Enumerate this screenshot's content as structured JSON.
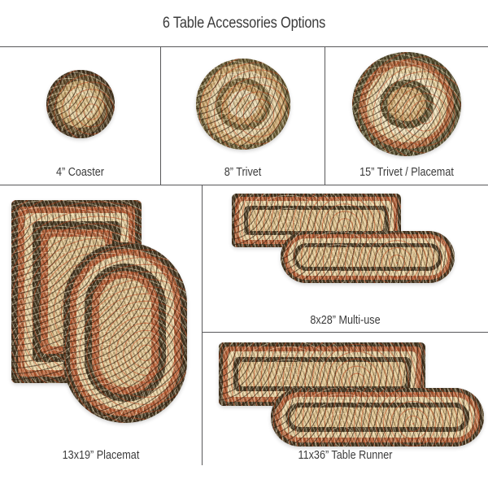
{
  "header": {
    "title": "6 Table Accessories Options"
  },
  "palette": {
    "rule": "#58585a",
    "text": "#3b3b3b",
    "background": "#ffffff",
    "braid_dark": "#4a3b23",
    "braid_rust": "#b5643a",
    "braid_cream": "#e6cf9e",
    "braid_tan": "#cfa96c",
    "braid_olive": "#5c5230",
    "braid_sand": "#ddc08a"
  },
  "products": [
    {
      "id": "coaster",
      "label": "4” Coaster",
      "shape": "round",
      "pieces": [
        "round"
      ]
    },
    {
      "id": "trivet-8",
      "label": "8” Trivet",
      "shape": "round",
      "pieces": [
        "round"
      ]
    },
    {
      "id": "trivet-placemat-15",
      "label": "15” Trivet / Placemat",
      "shape": "round",
      "pieces": [
        "round"
      ]
    },
    {
      "id": "placemat-13x19",
      "label": "13x19” Placemat",
      "shape": "rectangle-and-oval",
      "pieces": [
        "rectangle",
        "oval"
      ]
    },
    {
      "id": "multi-use-8x28",
      "label": "8x28” Multi-use",
      "shape": "rectangle-and-oval",
      "pieces": [
        "rectangle",
        "oval"
      ]
    },
    {
      "id": "table-runner-11x36",
      "label": "11x36” Table Runner",
      "shape": "rectangle-and-oval",
      "pieces": [
        "rectangle",
        "oval"
      ]
    }
  ]
}
